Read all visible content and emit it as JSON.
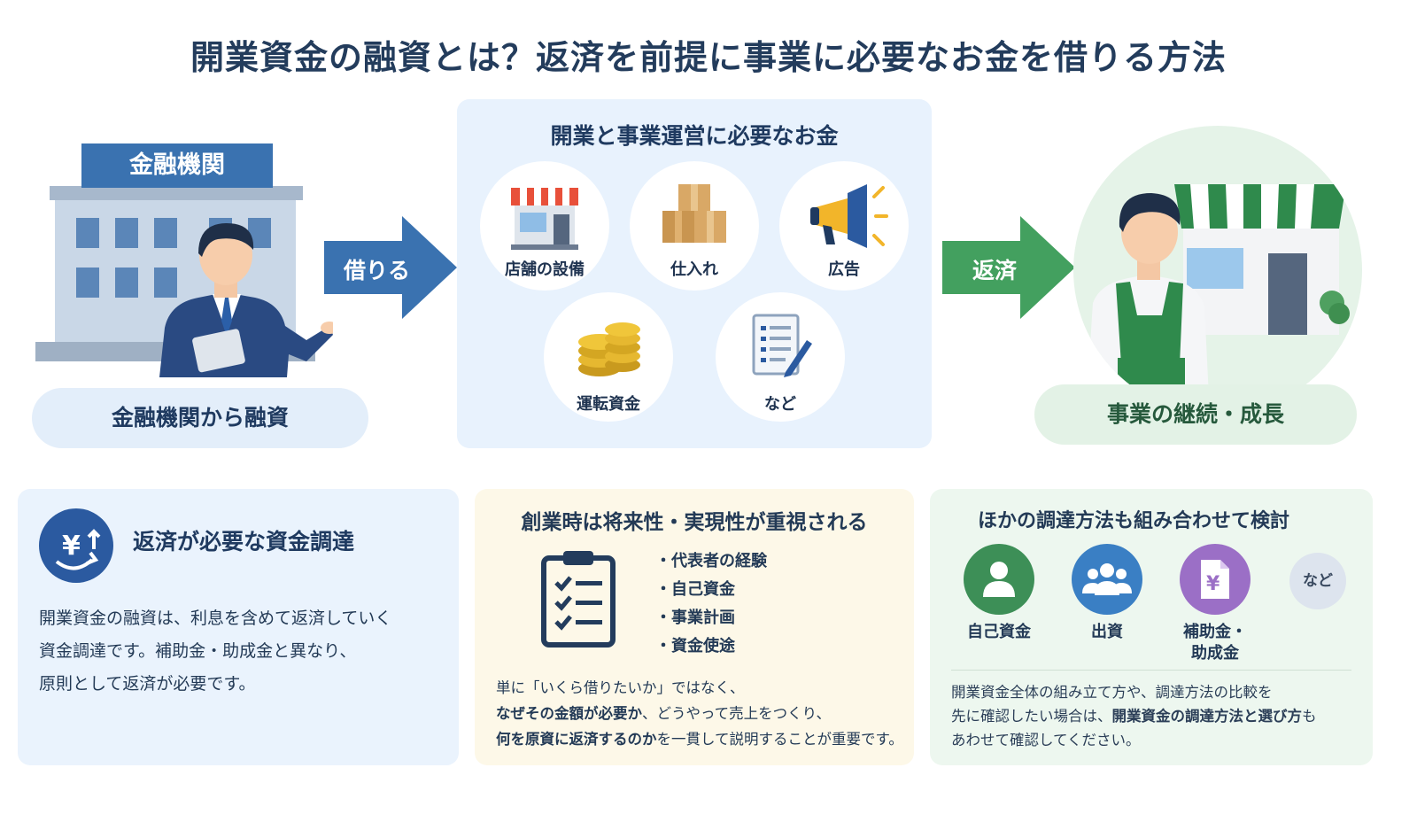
{
  "title": "開業資金の融資とは？返済を前提に事業に必要なお金を借りる方法",
  "bank": {
    "sign": "金融機関",
    "caption": "金融機関から融資"
  },
  "arrows": {
    "borrow": "借りる",
    "repay": "返済"
  },
  "needs": {
    "title": "開業と事業運営に必要なお金",
    "items": [
      {
        "label": "店舗の設備",
        "icon": "storefront-icon"
      },
      {
        "label": "仕入れ",
        "icon": "boxes-icon"
      },
      {
        "label": "広告",
        "icon": "megaphone-icon"
      },
      {
        "label": "運転資金",
        "icon": "coins-icon"
      },
      {
        "label": "など",
        "icon": "checklist-pen-icon"
      }
    ]
  },
  "growth": {
    "caption": "事業の継続・成長"
  },
  "card1": {
    "title": "返済が必要な資金調達",
    "icon": "yen-cycle-icon",
    "lines": [
      "開業資金の融資は、利息を含めて返済していく",
      "資金調達です。補助金・助成金と異なり、",
      "原則として返済が必要です。"
    ]
  },
  "card2": {
    "title": "創業時は将来性・実現性が重視される",
    "list": [
      "・代表者の経験",
      "・自己資金",
      "・事業計画",
      "・資金使途"
    ],
    "note": {
      "line1": "単に「いくら借りたいか」ではなく、",
      "line2_bold": "なぜその金額が必要か",
      "line2_rest": "、どうやって売上をつくり、",
      "line3_bold": "何を原資に返済するのか",
      "line3_rest": "を一貫して説明することが重要です。"
    }
  },
  "card3": {
    "title": "ほかの調達方法も組み合わせて検討",
    "options": [
      {
        "label": "自己資金",
        "icon": "person-icon",
        "color": "#3d8f57"
      },
      {
        "label": "出資",
        "icon": "group-icon",
        "color": "#3a7fc4"
      },
      {
        "label1": "補助金・",
        "label2": "助成金",
        "icon": "yen-document-icon",
        "color": "#9b6fc6"
      }
    ],
    "etc": "など",
    "note": {
      "line1": "開業資金全体の組み立て方や、調達方法の比較を",
      "line2_pre": "先に確認したい場合は、",
      "line2_bold": "開業資金の調達方法と選び方",
      "line2_post": "も",
      "line3": "あわせて確認してください。"
    }
  },
  "colors": {
    "navy": "#233c5c",
    "blue": "#3a72b0",
    "green": "#43a05f"
  }
}
